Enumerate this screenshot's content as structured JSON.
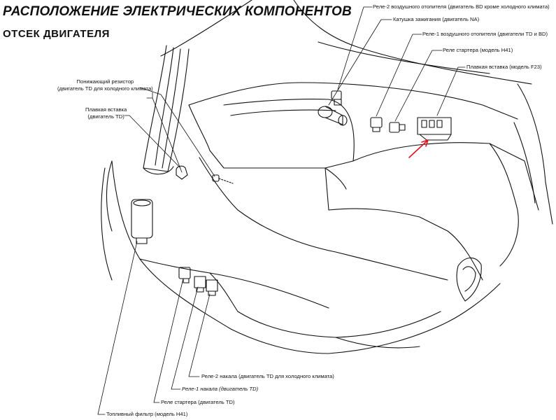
{
  "title": "Расположение электрических компонентов",
  "subtitle": "Отсек двигателя",
  "labels": {
    "relay2_heater": "Реле-2 воздушного отопителя (двигатель BD кроме холодного климата)",
    "ignition_coil": "Катушка зажигания (двигатель NA)",
    "relay1_heater": "Реле-1 воздушного отопителя (двигатели TD и BD)",
    "starter_relay_top": "Реле стартера (модель H41)",
    "fusible_link_f23": "Плавкая вставка (модель F23)",
    "resistor_line1": "Понижающий резистор",
    "resistor_line2": "(двигатель TD для холодного климата)",
    "fusible_link_td_line1": "Плавкая вставка",
    "fusible_link_td_line2": "(двигатель TD)",
    "glow_relay2": "Реле-2 накала (двигатель TD для холодного климата)",
    "glow_relay1": "Реле-1 накала (двигатель TD)",
    "starter_relay_bottom": "Реле стартера (двигатель TD)",
    "fuel_filter": "Топливный фильтр (модель H41)"
  },
  "colors": {
    "ink": "#111111",
    "arrow": "#e0141e",
    "bg": "#ffffff"
  }
}
